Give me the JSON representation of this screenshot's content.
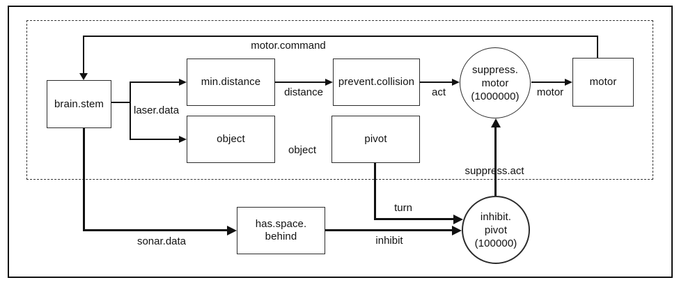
{
  "diagram": {
    "nodes": {
      "brain_stem": {
        "label": "brain.stem"
      },
      "min_distance": {
        "label": "min.distance"
      },
      "object_node": {
        "label": "object"
      },
      "prevent_collision": {
        "label": "prevent.collision"
      },
      "pivot": {
        "label": "pivot"
      },
      "motor": {
        "label": "motor"
      },
      "has_space_behind": {
        "line1": "has.space.",
        "line2": "behind"
      },
      "suppress_motor": {
        "line1": "suppress.",
        "line2": "motor",
        "line3": "(1000000)"
      },
      "inhibit_pivot": {
        "line1": "inhibit.",
        "line2": "pivot",
        "line3": "(100000)"
      }
    },
    "edge_labels": {
      "motor_command": "motor.command",
      "laser_data": "laser.data",
      "distance": "distance",
      "act": "act",
      "motor_signal": "motor",
      "object_signal": "object",
      "sonar_data": "sonar.data",
      "turn": "turn",
      "inhibit": "inhibit",
      "suppress_act": "suppress.act"
    },
    "colors": {
      "line": "#111111",
      "background": "#ffffff"
    }
  }
}
